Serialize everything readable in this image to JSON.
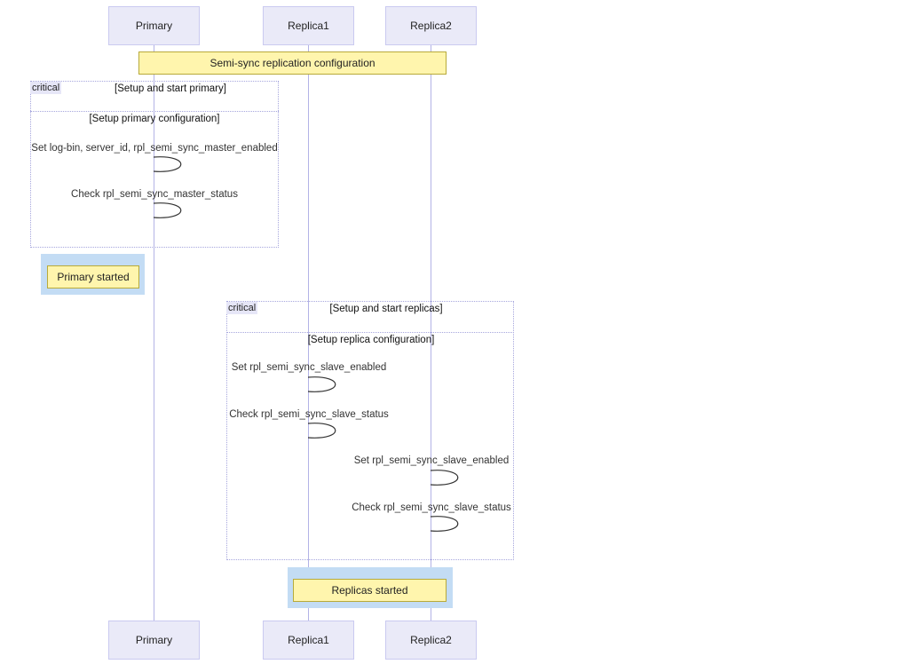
{
  "participants": {
    "primary": "Primary",
    "replica1": "Replica1",
    "replica2": "Replica2"
  },
  "note_config": "Semi-sync replication configuration",
  "block_primary": {
    "tag": "critical",
    "title": "[Setup and start primary]",
    "section": "[Setup primary configuration]",
    "msg_set": "Set log-bin, server_id, rpl_semi_sync_master_enabled",
    "msg_check": "Check rpl_semi_sync_master_status"
  },
  "note_primary_started": "Primary started",
  "block_replicas": {
    "tag": "critical",
    "title": "[Setup and start replicas]",
    "section": "[Setup replica configuration]",
    "msg_r1_set": "Set rpl_semi_sync_slave_enabled",
    "msg_r1_check": "Check rpl_semi_sync_slave_status",
    "msg_r2_set": "Set rpl_semi_sync_slave_enabled",
    "msg_r2_check": "Check rpl_semi_sync_slave_status"
  },
  "note_replicas_started": "Replicas started",
  "colors": {
    "actor_fill": "#eaeaf8",
    "actor_border": "#cacaf0",
    "note_fill": "#fff5ad",
    "highlight": "#c3dcf4",
    "lifeline": "#b3b3e6"
  }
}
